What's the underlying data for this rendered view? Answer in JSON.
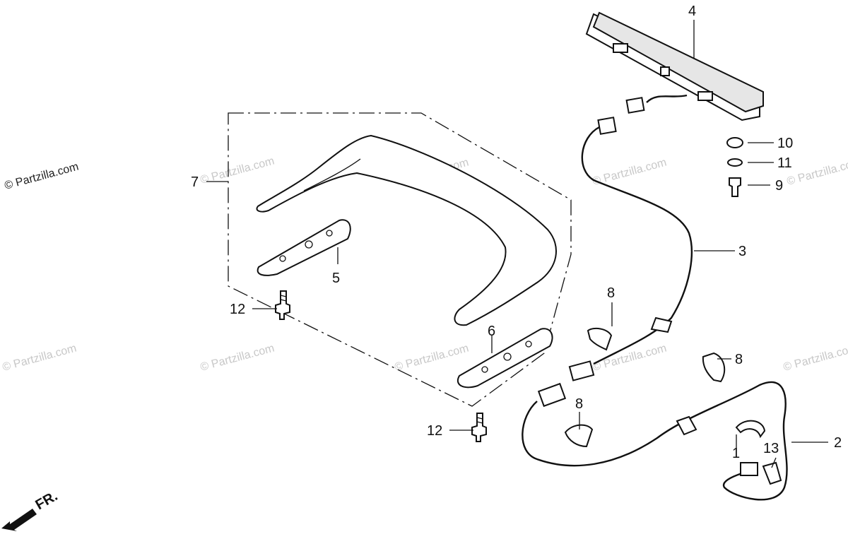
{
  "watermarks": {
    "corner": "© Partzilla.com",
    "repeat": "© Partzilla.com"
  },
  "direction": {
    "label": "FR."
  },
  "callouts": {
    "c1": "1",
    "c2": "2",
    "c3": "3",
    "c4": "4",
    "c5": "5",
    "c6": "6",
    "c7": "7",
    "c8a": "8",
    "c8b": "8",
    "c8c": "8",
    "c9": "9",
    "c10": "10",
    "c11": "11",
    "c12a": "12",
    "c12b": "12",
    "c13": "13"
  }
}
